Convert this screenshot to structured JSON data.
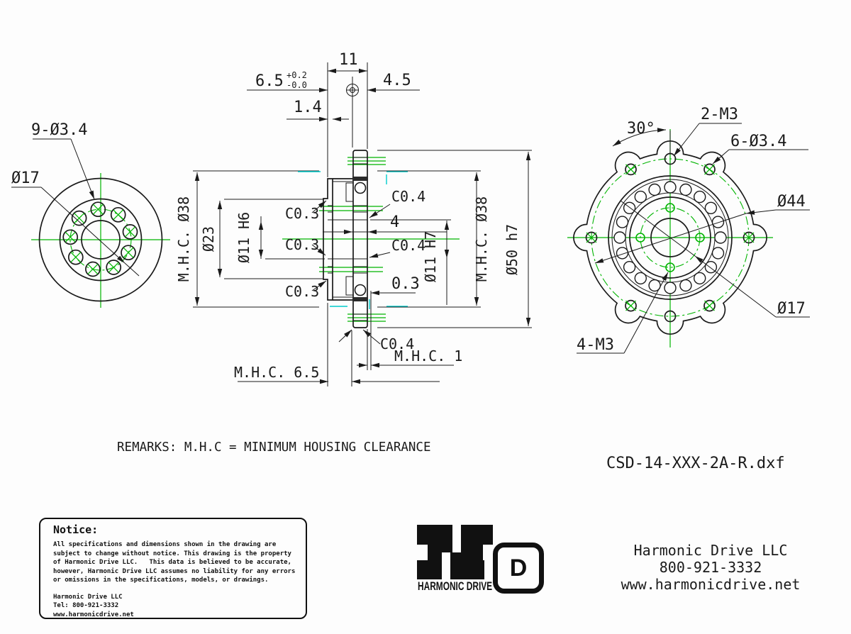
{
  "drawing": {
    "remarks": "REMARKS:  M.H.C = MINIMUM HOUSING CLEARANCE",
    "filename": "CSD-14-XXX-2A-R.dxf",
    "colors": {
      "line": "#1a1a1a",
      "centerline_green": "#00b400",
      "clearance_cyan": "#00cccc"
    }
  },
  "left_view": {
    "hole_callout": "9-Ø3.4",
    "bolt_circle_dia": "Ø17",
    "housing_clearance": "M.H.C. Ø38"
  },
  "section_view": {
    "overall_width": "11",
    "depth_left": "6.5",
    "tol_plus": "+0.2",
    "tol_minus": "-0.0",
    "depth_right": "4.5",
    "flange_thickness": "1.4",
    "chamfer_left": "C0.3",
    "chamfer_right": "C0.4",
    "hub_dia": "Ø23",
    "bore_left": "Ø11 H6",
    "bore_right": "Ø11 H7",
    "hub_width": "4",
    "lip_offset": "0.3",
    "housing_clearance": "M.H.C. Ø38",
    "outer_dia": "Ø50 h7",
    "mhc_axial": "M.H.C. 6.5",
    "mhc_radial": "M.H.C. 1"
  },
  "right_view": {
    "angle": "30°",
    "tapped_two": "2-M3",
    "holes_six": "6-Ø3.4",
    "bolt_circle_outer": "Ø44",
    "bolt_circle_inner": "Ø17",
    "tapped_four": "4-M3"
  },
  "notice": {
    "title": "Notice:",
    "body": [
      "All specifications and dimensions shown in the drawing are",
      "subject to change without notice. This drawing is the property",
      "of Harmonic Drive LLC.   This data is believed to be accurate,",
      "however, Harmonic Drive LLC assumes no liability for any errors",
      "or omissions in the specifications, models, or drawings."
    ],
    "footer": [
      "Harmonic Drive LLC",
      "Tel: 800-921-3332",
      "www.harmonicdrive.net"
    ]
  },
  "logo": {
    "wordmark": "HARMONIC DRIVE",
    "monogram_letter": "D"
  },
  "company": {
    "name": "Harmonic Drive LLC",
    "phone": "800-921-3332",
    "website": "www.harmonicdrive.net"
  }
}
